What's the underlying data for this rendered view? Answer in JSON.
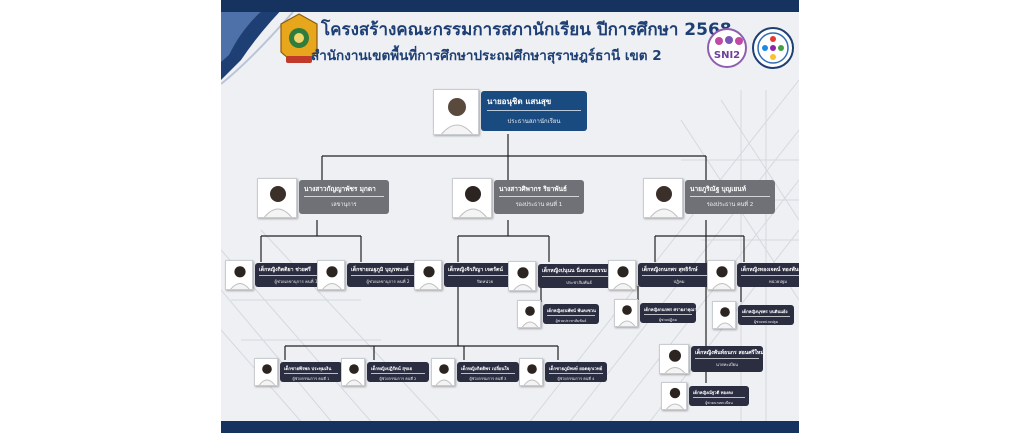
{
  "header": {
    "title": "โครงสร้างคณะกรรมการสภานักเรียน ปีการศึกษา 2568",
    "subtitle": "สำนักงานเขตพื้นที่การศึกษาประถมศึกษาสุราษฎร์ธานี เขต 2",
    "logo_right_text": "SNI2"
  },
  "president": {
    "name": "นายอนุชิต แสนสุข",
    "role": "ประธานสภานักเรียน"
  },
  "level2": [
    {
      "name": "นางสาวกัญญาพัชร มุกดา",
      "role": "เลขานุการ"
    },
    {
      "name": "นางสาวศิพากร ริยาพันธ์",
      "role": "รองประธาน คนที่ 1"
    },
    {
      "name": "นายภูริณัฐ บุญเยนท์",
      "role": "รองประธาน คนที่ 2"
    }
  ],
  "level3": [
    {
      "name": "เด็กหญิงกิตติยา ช่วยศรี",
      "role": "ผู้ช่วยเลขานุการ คนที่ 1"
    },
    {
      "name": "เด็กชายณฐภูมิ บุญรพนงค์",
      "role": "ผู้ช่วยเลขานุการ คนที่ 2"
    },
    {
      "name": "เด็กหญิงจิรภิญา เจตรัตน์",
      "role": "ปิดหน่วย"
    },
    {
      "name": "เด็กหญิงปนุนน นิ่งสงวนธรรม",
      "role": "ประชาสัมพันธ์"
    },
    {
      "name": "เด็กหญิงกนกพร สุทธิรักษ์",
      "role": "ปฏิคม"
    },
    {
      "name": "เด็กหญิงทองเจตน์ ทองพันธ์",
      "role": "หน่วยปฐม"
    }
  ],
  "level4": [
    {
      "name": "เด็กหญิงธนพัทน์ พันคงชวน",
      "role": "ผู้ช่วยประชาสัมพันธ์"
    },
    {
      "name": "เด็กหญิงกนกพร ศรายงาคุณา",
      "role": "ผู้ช่วยปฏิคม"
    },
    {
      "name": "เด็กหญิงนุชพร บนดินแย้ง",
      "role": "ผู้ช่วยหน่วยปฐม"
    }
  ],
  "bottom_row": [
    {
      "name": "เด็กชายพีรพล ประทุมเงิน",
      "role": "ผู้ช่วยกรรมการ คนที่ 1"
    },
    {
      "name": "เด็กหญิงปฏิรัตน์ สุขเย",
      "role": "ผู้ช่วยกรรมการ คนที่ 2"
    },
    {
      "name": "เด็กหญิงกิตติพร เปลี่ยนใจ",
      "role": "ผู้ช่วยกรรมการ คนที่ 3"
    },
    {
      "name": "เด็กชายภูมิพงษ์ ยอดดุกเวทย์",
      "role": "ผู้ช่วยกรรมการ คนที่ 4"
    }
  ],
  "right_chain": [
    {
      "name": "เด็กหญิงพันท์ธนกร สอนศรีใหม่",
      "role": "นายทะเบียน"
    },
    {
      "name": "เด็กหญิงณัฐวดี ทองคง",
      "role": "ผู้ช่วยนายทะเบียน"
    }
  ],
  "colors": {
    "navy": "#16335f",
    "plate_dark": "#2b2d40",
    "plate_grey": "#6f7176",
    "plate_blue": "#1a4b80"
  }
}
